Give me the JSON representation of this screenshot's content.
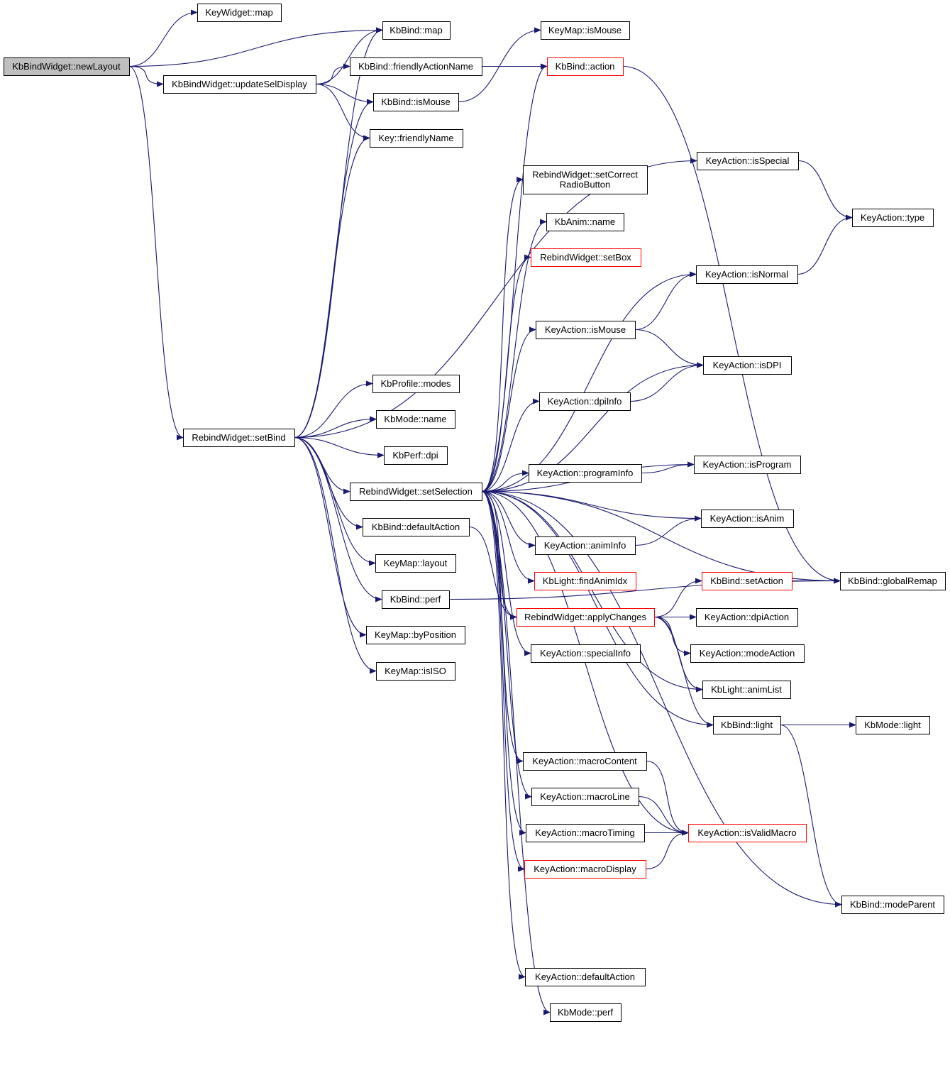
{
  "colors": {
    "edge": "#191970",
    "node_border": "#000000",
    "node_border_highlight": "#ff0000",
    "root_fill": "#bfbfbf",
    "node_fill": "#ffffff"
  },
  "graph": {
    "nodes": [
      {
        "id": "n0",
        "lines": [
          "KbBindWidget::newLayout"
        ],
        "root": true
      },
      {
        "id": "n1",
        "lines": [
          "KeyWidget::map"
        ]
      },
      {
        "id": "n2",
        "lines": [
          "KbBind::map"
        ]
      },
      {
        "id": "n3",
        "lines": [
          "KbBindWidget::updateSelDisplay"
        ]
      },
      {
        "id": "n4",
        "lines": [
          "KbBind::friendlyActionName"
        ]
      },
      {
        "id": "n5",
        "lines": [
          "KeyMap::isMouse"
        ]
      },
      {
        "id": "n6",
        "lines": [
          "KbBind::action"
        ],
        "highlight": true
      },
      {
        "id": "n7",
        "lines": [
          "KbBind::isMouse"
        ]
      },
      {
        "id": "n8",
        "lines": [
          "Key::friendlyName"
        ]
      },
      {
        "id": "n9",
        "lines": [
          "KeyAction::isSpecial"
        ]
      },
      {
        "id": "n10",
        "lines": [
          "RebindWidget::setCorrect",
          "RadioButton"
        ]
      },
      {
        "id": "n11",
        "lines": [
          "KeyAction::type"
        ]
      },
      {
        "id": "n12",
        "lines": [
          "KbAnim::name"
        ]
      },
      {
        "id": "n13",
        "lines": [
          "RebindWidget::setBox"
        ],
        "highlight": true
      },
      {
        "id": "n14",
        "lines": [
          "KeyAction::isNormal"
        ]
      },
      {
        "id": "n15",
        "lines": [
          "KeyAction::isMouse"
        ]
      },
      {
        "id": "n16",
        "lines": [
          "KeyAction::isDPI"
        ]
      },
      {
        "id": "n17",
        "lines": [
          "KbProfile::modes"
        ]
      },
      {
        "id": "n18",
        "lines": [
          "KeyAction::dpiInfo"
        ]
      },
      {
        "id": "n19",
        "lines": [
          "KbMode::name"
        ]
      },
      {
        "id": "n20",
        "lines": [
          "RebindWidget::setBind"
        ]
      },
      {
        "id": "n21",
        "lines": [
          "KbPerf::dpi"
        ]
      },
      {
        "id": "n22",
        "lines": [
          "KeyAction::isProgram"
        ]
      },
      {
        "id": "n23",
        "lines": [
          "KeyAction::programInfo"
        ]
      },
      {
        "id": "n24",
        "lines": [
          "RebindWidget::setSelection"
        ]
      },
      {
        "id": "n25",
        "lines": [
          "KeyAction::isAnim"
        ]
      },
      {
        "id": "n26",
        "lines": [
          "KbBind::defaultAction"
        ]
      },
      {
        "id": "n27",
        "lines": [
          "KeyAction::animInfo"
        ]
      },
      {
        "id": "n28",
        "lines": [
          "KeyMap::layout"
        ]
      },
      {
        "id": "n29",
        "lines": [
          "KbLight::findAnimIdx"
        ],
        "highlight": true
      },
      {
        "id": "n30",
        "lines": [
          "KbBind::setAction"
        ],
        "highlight": true
      },
      {
        "id": "n31",
        "lines": [
          "KbBind::globalRemap"
        ]
      },
      {
        "id": "n32",
        "lines": [
          "KbBind::perf"
        ]
      },
      {
        "id": "n33",
        "lines": [
          "RebindWidget::applyChanges"
        ],
        "highlight": true
      },
      {
        "id": "n34",
        "lines": [
          "KeyAction::dpiAction"
        ]
      },
      {
        "id": "n35",
        "lines": [
          "KeyMap::byPosition"
        ]
      },
      {
        "id": "n36",
        "lines": [
          "KeyAction::specialInfo"
        ]
      },
      {
        "id": "n37",
        "lines": [
          "KeyAction::modeAction"
        ]
      },
      {
        "id": "n38",
        "lines": [
          "KeyMap::isISO"
        ]
      },
      {
        "id": "n39",
        "lines": [
          "KbLight::animList"
        ]
      },
      {
        "id": "n40",
        "lines": [
          "KbBind::light"
        ]
      },
      {
        "id": "n41",
        "lines": [
          "KbMode::light"
        ]
      },
      {
        "id": "n42",
        "lines": [
          "KeyAction::macroContent"
        ]
      },
      {
        "id": "n43",
        "lines": [
          "KeyAction::macroLine"
        ]
      },
      {
        "id": "n44",
        "lines": [
          "KeyAction::macroTiming"
        ]
      },
      {
        "id": "n45",
        "lines": [
          "KeyAction::isValidMacro"
        ],
        "highlight": true
      },
      {
        "id": "n46",
        "lines": [
          "KeyAction::macroDisplay"
        ],
        "highlight": true
      },
      {
        "id": "n47",
        "lines": [
          "KbBind::modeParent"
        ]
      },
      {
        "id": "n48",
        "lines": [
          "KeyAction::defaultAction"
        ]
      },
      {
        "id": "n49",
        "lines": [
          "KbMode::perf"
        ]
      }
    ],
    "edges": [
      [
        "n0",
        "n1"
      ],
      [
        "n0",
        "n2"
      ],
      [
        "n0",
        "n3"
      ],
      [
        "n0",
        "n20"
      ],
      [
        "n3",
        "n2"
      ],
      [
        "n3",
        "n4"
      ],
      [
        "n3",
        "n7"
      ],
      [
        "n3",
        "n8"
      ],
      [
        "n4",
        "n6"
      ],
      [
        "n7",
        "n5"
      ],
      [
        "n6",
        "n31"
      ],
      [
        "n9",
        "n11"
      ],
      [
        "n14",
        "n11"
      ],
      [
        "n15",
        "n14"
      ],
      [
        "n15",
        "n16"
      ],
      [
        "n18",
        "n16"
      ],
      [
        "n23",
        "n22"
      ],
      [
        "n27",
        "n25"
      ],
      [
        "n30",
        "n31"
      ],
      [
        "n40",
        "n41"
      ],
      [
        "n40",
        "n47"
      ],
      [
        "n42",
        "n45"
      ],
      [
        "n43",
        "n45"
      ],
      [
        "n44",
        "n45"
      ],
      [
        "n46",
        "n45"
      ],
      [
        "n20",
        "n2"
      ],
      [
        "n20",
        "n7"
      ],
      [
        "n20",
        "n8"
      ],
      [
        "n20",
        "n9"
      ],
      [
        "n20",
        "n17"
      ],
      [
        "n20",
        "n19"
      ],
      [
        "n20",
        "n21"
      ],
      [
        "n20",
        "n24"
      ],
      [
        "n20",
        "n26"
      ],
      [
        "n20",
        "n28"
      ],
      [
        "n20",
        "n32"
      ],
      [
        "n20",
        "n35"
      ],
      [
        "n20",
        "n38"
      ],
      [
        "n24",
        "n6"
      ],
      [
        "n24",
        "n10"
      ],
      [
        "n24",
        "n12"
      ],
      [
        "n24",
        "n13"
      ],
      [
        "n24",
        "n14"
      ],
      [
        "n24",
        "n15"
      ],
      [
        "n24",
        "n16"
      ],
      [
        "n24",
        "n18"
      ],
      [
        "n24",
        "n22"
      ],
      [
        "n24",
        "n23"
      ],
      [
        "n24",
        "n25"
      ],
      [
        "n24",
        "n27"
      ],
      [
        "n24",
        "n29"
      ],
      [
        "n24",
        "n33"
      ],
      [
        "n24",
        "n36"
      ],
      [
        "n24",
        "n39"
      ],
      [
        "n24",
        "n40"
      ],
      [
        "n24",
        "n42"
      ],
      [
        "n24",
        "n43"
      ],
      [
        "n24",
        "n44"
      ],
      [
        "n24",
        "n45"
      ],
      [
        "n24",
        "n46"
      ],
      [
        "n24",
        "n48"
      ],
      [
        "n24",
        "n49"
      ],
      [
        "n24",
        "n31"
      ],
      [
        "n24",
        "n47"
      ],
      [
        "n26",
        "n33"
      ],
      [
        "n32",
        "n31"
      ],
      [
        "n33",
        "n30"
      ],
      [
        "n33",
        "n34"
      ],
      [
        "n33",
        "n37"
      ],
      [
        "n33",
        "n39"
      ],
      [
        "n33",
        "n40"
      ]
    ]
  }
}
